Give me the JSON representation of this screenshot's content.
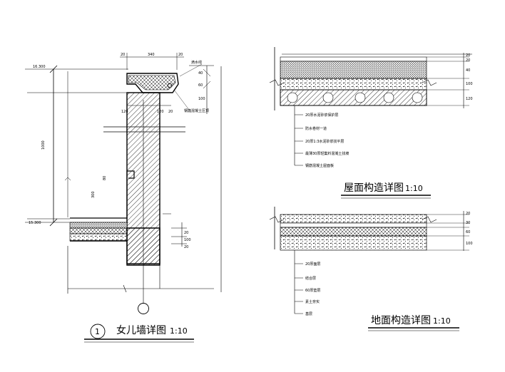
{
  "parapet": {
    "title": "女儿墙详图",
    "scale": "1:10",
    "index_number": "1",
    "elevation_top": "16.300",
    "elevation_bottom": "15.300",
    "dims": {
      "top_left": "20",
      "top_mid": "340",
      "top_right": "20",
      "height_total": "1000",
      "upturn": "300",
      "upturn_small": "80",
      "wall_a": "120",
      "wall_b": "120",
      "wall_c": "20",
      "coping_a": "40",
      "coping_b": "60",
      "coping_c": "100",
      "slab_a": "20",
      "slab_b": "100",
      "slab_c": "20"
    },
    "notes": {
      "coping": "滴水线",
      "drip": "钢筋混凝土压顶"
    }
  },
  "roof": {
    "title": "屋面构造详图",
    "scale": "1:10",
    "dims": [
      "20",
      "20",
      "40",
      "100",
      "120"
    ],
    "layers": [
      "20厚水泥砂浆保护层",
      "防水卷材一道",
      "20厚1:3水泥砂浆找平层",
      "最薄30厚轻集料混凝土找坡",
      "钢筋混凝土屋面板"
    ]
  },
  "floor": {
    "title": "地面构造详图",
    "scale": "1:10",
    "dims": [
      "20",
      "30",
      "60",
      "100"
    ],
    "layers": [
      "20厚面层",
      "结合层",
      "60厚垫层",
      "素土夯实",
      "基层"
    ]
  }
}
